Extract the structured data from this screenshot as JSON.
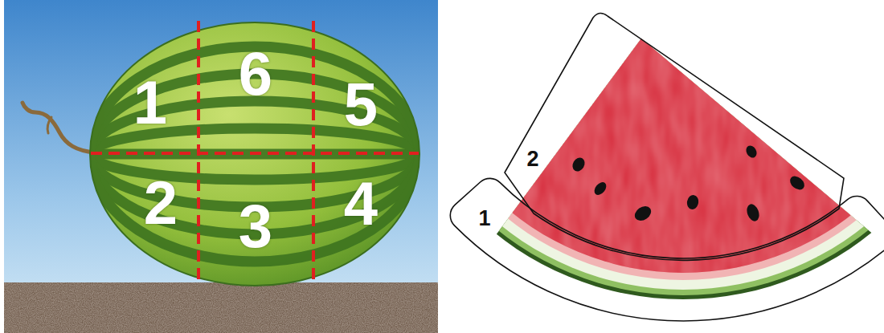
{
  "diagram": {
    "labels": [
      "1",
      "6",
      "5",
      "2",
      "3",
      "4",
      "2",
      "1"
    ]
  }
}
